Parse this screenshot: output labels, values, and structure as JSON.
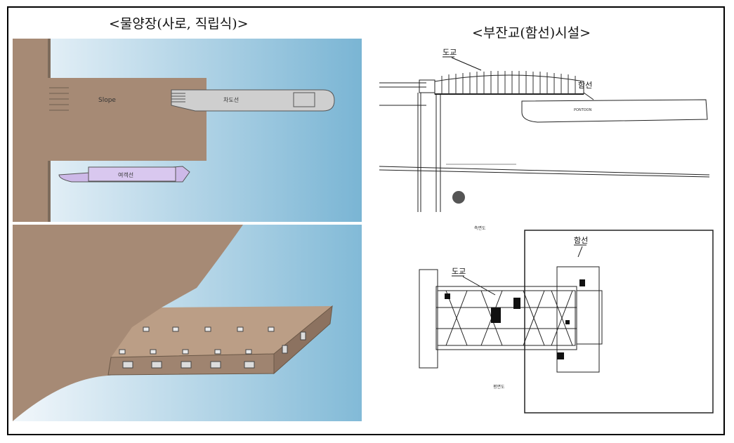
{
  "titles": {
    "left": "<물양장(사로, 직립식)>",
    "right": "<부잔교(함선)시설>"
  },
  "left_top": {
    "slope_label": "Slope",
    "vehicle_ship_label": "차도선",
    "passenger_ship_label": "여객선"
  },
  "right_top": {
    "bridge_label": "도교",
    "pontoon_label": "함선",
    "pontoon_inner_label": "PONTOON"
  },
  "right_bottom": {
    "pontoon_label": "함선",
    "bridge_label": "도교",
    "top_view_label": "측면도",
    "bottom_view_label": "평면도"
  },
  "colors": {
    "land": "#a68a75",
    "water_light": "#eef5fa",
    "water_dark": "#7ab5d4",
    "ship_gray": "#cfcfcf",
    "ship_purple": "#cdb9e8"
  }
}
